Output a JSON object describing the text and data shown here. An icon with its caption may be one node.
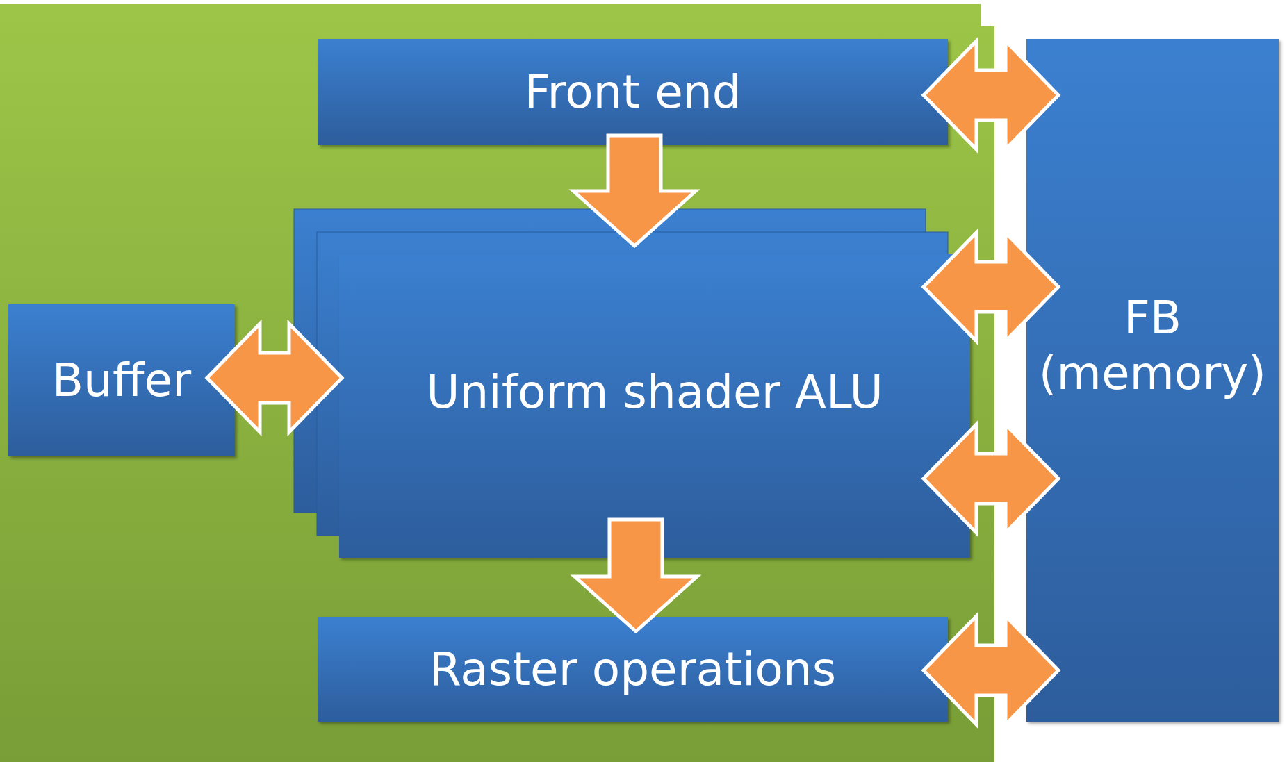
{
  "diagram": {
    "nodes": [
      {
        "text": [
          "Front end"
        ]
      },
      {
        "text": [
          "Buffer"
        ]
      },
      {
        "text": [
          "Uniform shader ALU"
        ]
      },
      {
        "text": [
          "Raster operations"
        ]
      },
      {
        "text": [
          "FB (memory)"
        ]
      }
    ],
    "edges": [
      {
        "from": 0,
        "to": 2,
        "arrow": "to"
      },
      {
        "from": 1,
        "to": 2,
        "arrow": "both"
      },
      {
        "from": 2,
        "to": 3,
        "arrow": "to"
      },
      {
        "from": 0,
        "to": 4,
        "arrow": "both"
      },
      {
        "from": 2,
        "to": 4,
        "arrow": "both"
      },
      {
        "from": 2,
        "to": 4,
        "arrow": "both"
      },
      {
        "from": 3,
        "to": 4,
        "arrow": "both"
      }
    ]
  }
}
